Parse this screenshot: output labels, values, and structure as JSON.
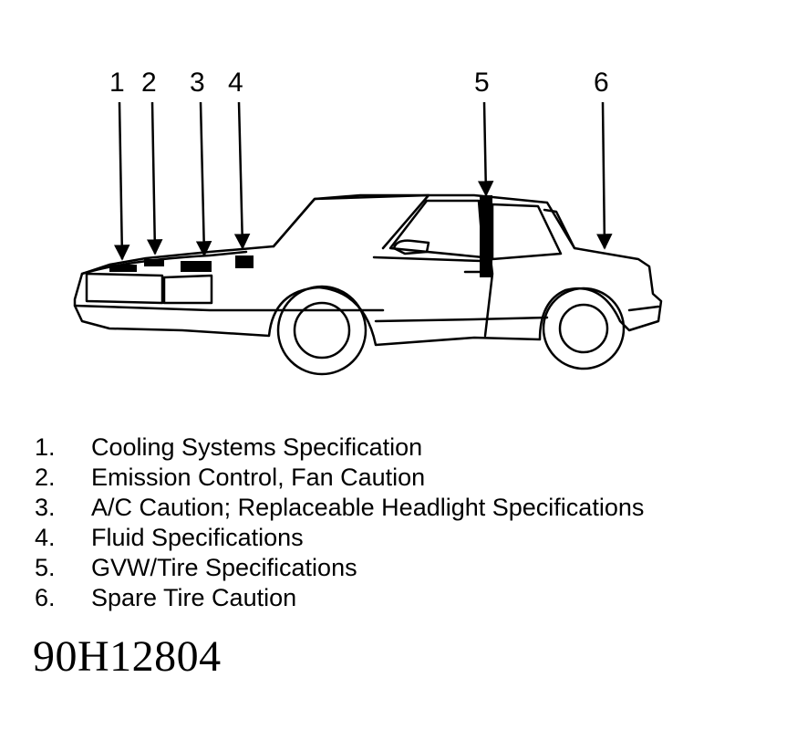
{
  "callouts": [
    {
      "num": "1"
    },
    {
      "num": "2"
    },
    {
      "num": "3"
    },
    {
      "num": "4"
    },
    {
      "num": "5"
    },
    {
      "num": "6"
    }
  ],
  "legend": [
    {
      "num": "1.",
      "text": "Cooling Systems Specification"
    },
    {
      "num": "2.",
      "text": "Emission Control, Fan Caution"
    },
    {
      "num": "3.",
      "text": "A/C Caution; Replaceable Headlight Specifications"
    },
    {
      "num": "4.",
      "text": "Fluid Specifications"
    },
    {
      "num": "5.",
      "text": "GVW/Tire Specifications"
    },
    {
      "num": "6.",
      "text": "Spare Tire Caution"
    }
  ],
  "figure_id": "90H12804",
  "colors": {
    "ink": "#000000",
    "paper": "#ffffff"
  }
}
